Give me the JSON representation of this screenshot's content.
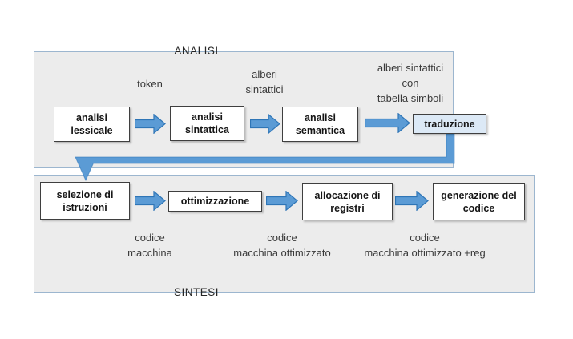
{
  "analisi": {
    "label": "ANALISI",
    "boxes": [
      {
        "label": "analisi lessicale"
      },
      {
        "label": "analisi sintattica"
      },
      {
        "label": "analisi semantica"
      },
      {
        "label": "traduzione"
      }
    ],
    "captions": [
      {
        "lines": [
          "token"
        ]
      },
      {
        "lines": [
          "alberi",
          "sintattici"
        ]
      },
      {
        "lines": [
          "alberi sintattici",
          "con",
          "tabella simboli"
        ]
      }
    ]
  },
  "sintesi": {
    "label": "SINTESI",
    "boxes": [
      {
        "label": "selezione di istruzioni"
      },
      {
        "label": "ottimizzazione"
      },
      {
        "label": "allocazione di registri"
      },
      {
        "label": "generazione del codice"
      }
    ],
    "captions": [
      {
        "lines": [
          "codice",
          "macchina"
        ]
      },
      {
        "lines": [
          "codice",
          "macchina ottimizzato"
        ]
      },
      {
        "lines": [
          "codice",
          "macchina ottimizzato +reg"
        ]
      }
    ]
  },
  "colors": {
    "arrow_fill": "#5b9bd5",
    "arrow_stroke": "#2e75b6",
    "panel_fill": "#ececec",
    "panel_border": "#9cb6cf",
    "box_border": "#3f3f3f",
    "traduzione_fill": "#dce9f6"
  }
}
